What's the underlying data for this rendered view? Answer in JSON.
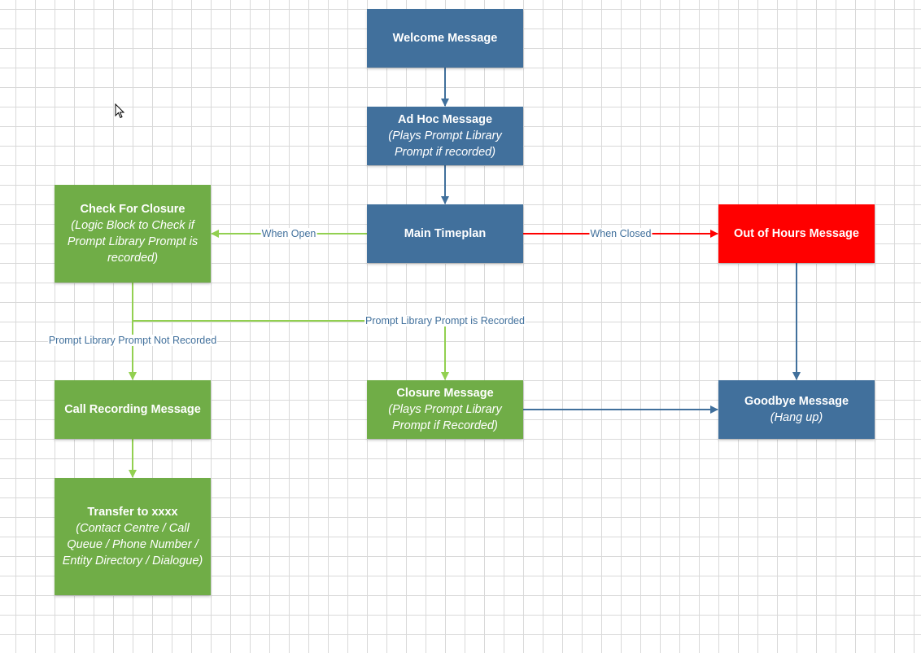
{
  "nodes": {
    "welcome": {
      "title": "Welcome Message"
    },
    "adhoc": {
      "title": "Ad Hoc Message",
      "sub": "(Plays Prompt Library Prompt if recorded)"
    },
    "timeplan": {
      "title": "Main Timeplan"
    },
    "check_closure": {
      "title": "Check For Closure",
      "sub": "(Logic Block to Check if Prompt Library Prompt is recorded)"
    },
    "out_of_hours": {
      "title": "Out of Hours Message"
    },
    "call_recording": {
      "title": "Call Recording Message"
    },
    "closure": {
      "title": "Closure Message",
      "sub": "(Plays Prompt Library Prompt if Recorded)"
    },
    "goodbye": {
      "title": "Goodbye Message",
      "sub": "(Hang up)"
    },
    "transfer": {
      "title": "Transfer to xxxx",
      "sub": "(Contact Centre / Call Queue / Phone Number / Entity Directory / Dialogue)"
    }
  },
  "edges": {
    "when_open": "When Open",
    "when_closed": "When Closed",
    "is_recorded": "Prompt Library Prompt is Recorded",
    "not_recorded": "Prompt Library Prompt Not Recorded"
  },
  "colors": {
    "blue": "#41709c",
    "green": "#70ad47",
    "red": "#ff0000",
    "edge_green": "#92d050",
    "label_text": "#41709c"
  }
}
